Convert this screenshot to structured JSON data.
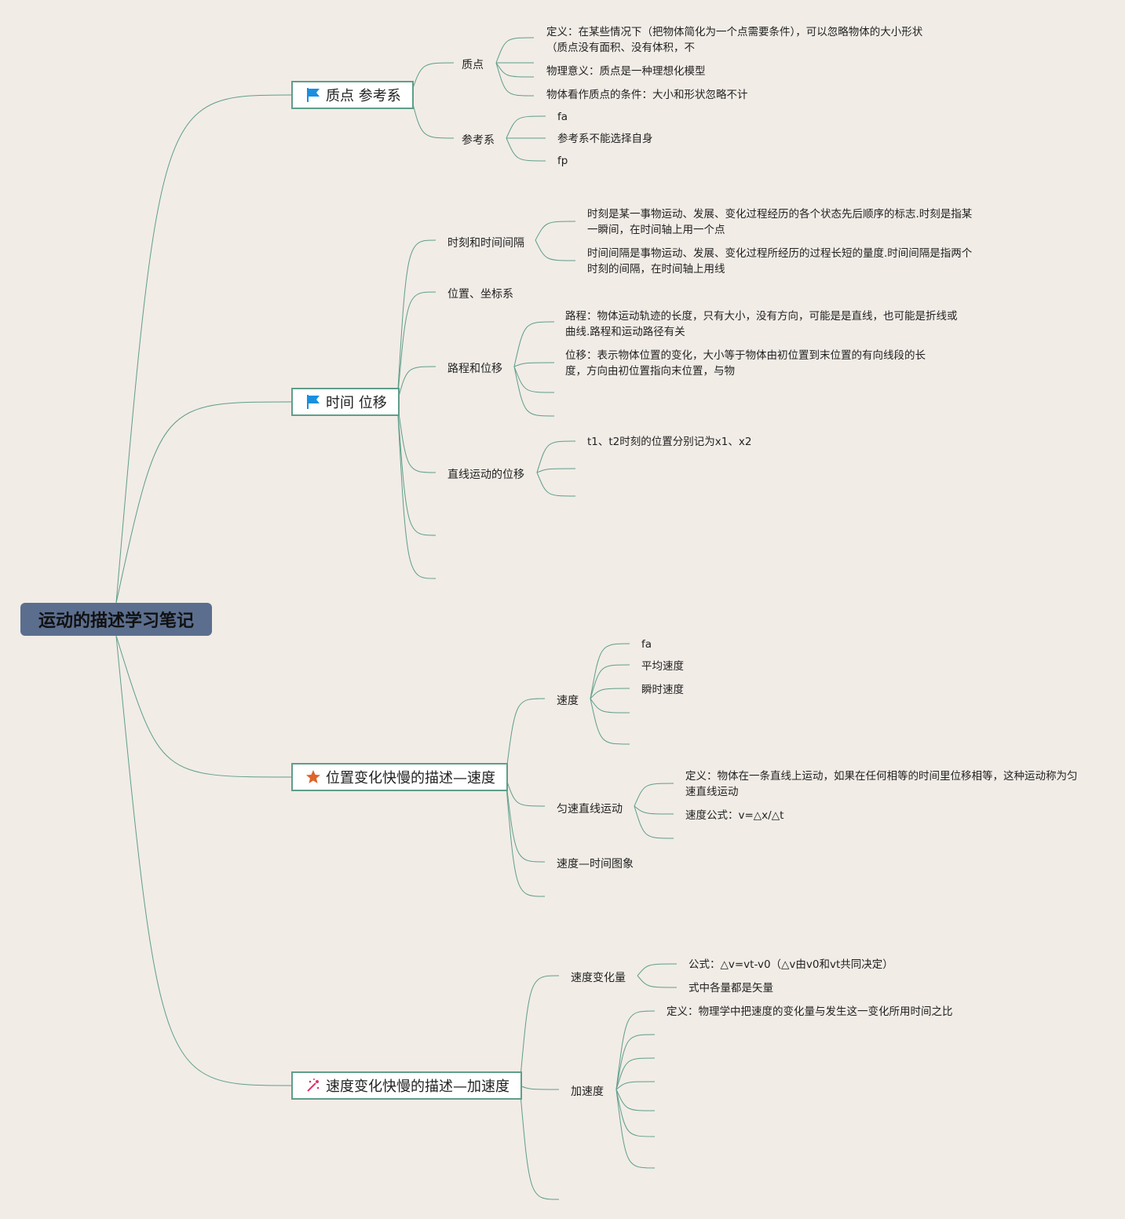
{
  "root": {
    "label": "运动的描述学习笔记"
  },
  "topics": [
    {
      "label": "质点 参考系",
      "icon": "flag-icon",
      "subs": [
        {
          "label": "质点",
          "leaves": [
            "定义：在某些情况下（把物体简化为一个点需要条件），可以忽略物体的大小形状（质点没有面积、没有体积，不",
            "物理意义：质点是一种理想化模型",
            "物体看作质点的条件：大小和形状忽略不计"
          ]
        },
        {
          "label": "参考系",
          "leaves": [
            "fa",
            "参考系不能选择自身",
            "fp"
          ]
        }
      ]
    },
    {
      "label": "时间 位移",
      "icon": "flag-icon",
      "subs": [
        {
          "label": "时刻和时间间隔",
          "leaves": [
            "时刻是某一事物运动、发展、变化过程经历的各个状态先后顺序的标志.时刻是指某一瞬间，在时间轴上用一个点",
            "时间间隔是事物运动、发展、变化过程所经历的过程长短的量度.时间间隔是指两个时刻的间隔，在时间轴上用线"
          ]
        },
        {
          "label": "位置、坐标系",
          "leaves": []
        },
        {
          "label": "路程和位移",
          "leaves": [
            "路程：物体运动轨迹的长度，只有大小，没有方向，可能是是直线，也可能是折线或曲线.路程和运动路径有关",
            "位移：表示物体位置的变化，大小等于物体由初位置到末位置的有向线段的长度，方向由初位置指向末位置，与物"
          ]
        },
        {
          "label": "直线运动的位移",
          "leaves": [
            "t1、t2时刻的位置分别记为x1、x2"
          ]
        }
      ]
    },
    {
      "label": "位置变化快慢的描述—速度",
      "icon": "star-icon",
      "subs": [
        {
          "label": "速度",
          "leaves": [
            "fa",
            "平均速度",
            "瞬时速度"
          ]
        },
        {
          "label": "匀速直线运动",
          "leaves": [
            "定义：物体在一条直线上运动，如果在任何相等的时间里位移相等，这种运动称为匀速直线运动",
            "速度公式：v=△x/△t"
          ]
        },
        {
          "label": "速度—时间图象",
          "leaves": []
        }
      ]
    },
    {
      "label": "速度变化快慢的描述—加速度",
      "icon": "sparkle-icon",
      "subs": [
        {
          "label": "速度变化量",
          "leaves": [
            "公式：△v=vt-v0（△v由v0和vt共同决定）",
            "式中各量都是矢量"
          ]
        },
        {
          "label": "加速度",
          "leaves": [
            "定义：物理学中把速度的变化量与发生这一变化所用时间之比"
          ]
        }
      ]
    }
  ],
  "colors": {
    "background": "#f1ece6",
    "line": "#5f9e8a",
    "root_fill": "#5b6e8e",
    "flag": "#1a8fe0",
    "star": "#e0632a",
    "sparkle": "#e0336b"
  }
}
